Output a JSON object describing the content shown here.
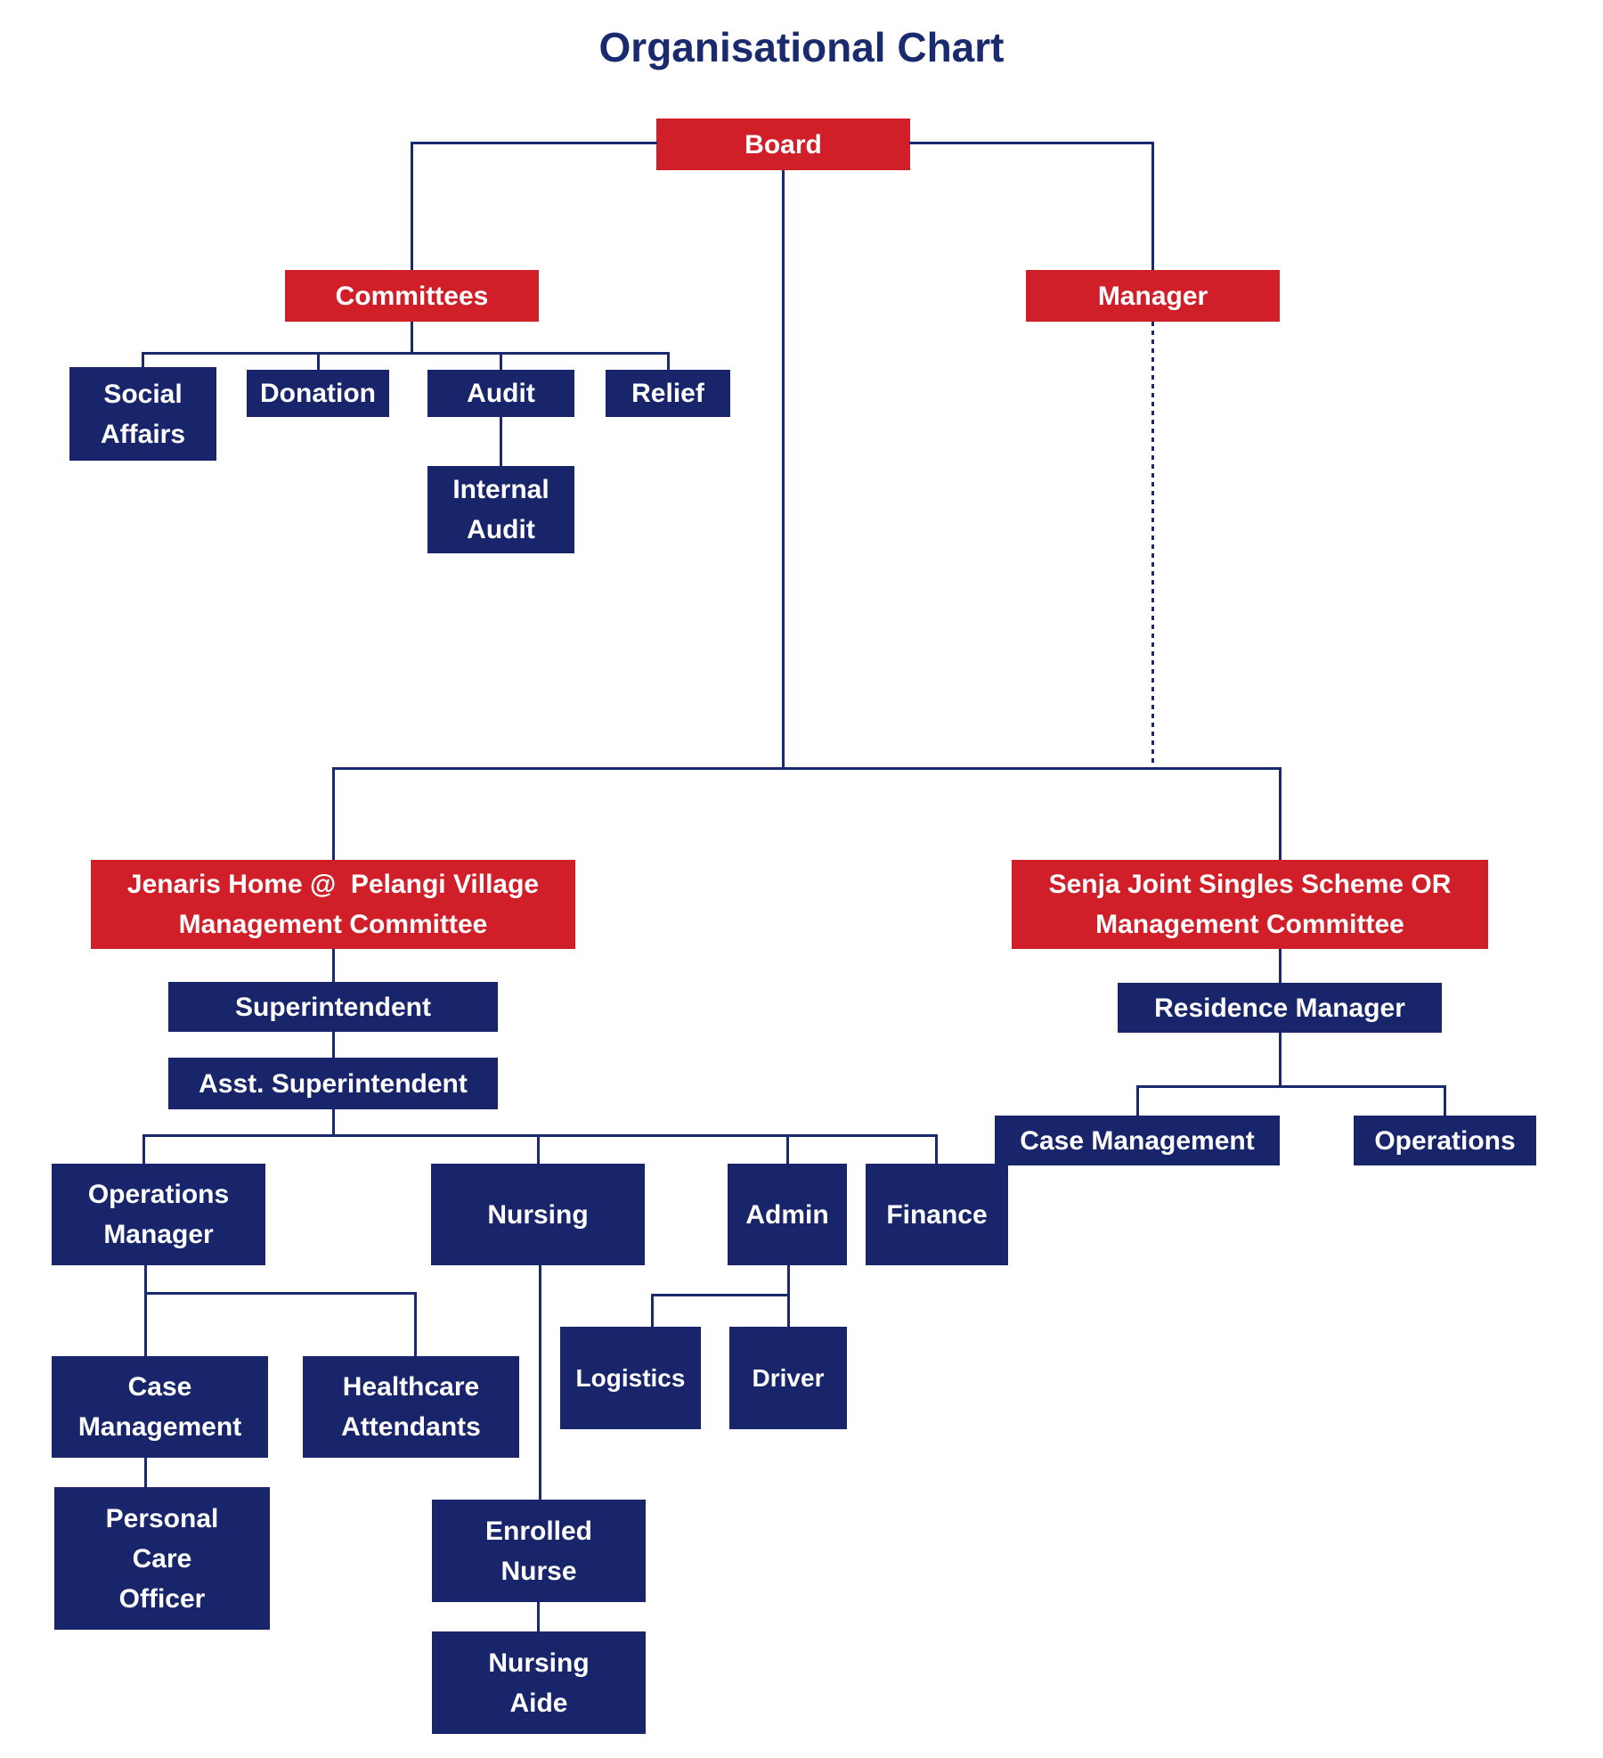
{
  "title": "Organisational Chart",
  "colors": {
    "red_box": "#D01F28",
    "navy_box": "#19256B",
    "line": "#1A2A6E",
    "title_text": "#1A2A6E",
    "box_text": "#FFFFFF",
    "background": "#FFFFFF"
  },
  "nodes": {
    "board": {
      "label": "Board",
      "lines": [
        "Board"
      ],
      "type": "red"
    },
    "committees": {
      "label": "Committees",
      "lines": [
        "Committees"
      ],
      "type": "red"
    },
    "manager": {
      "label": "Manager",
      "lines": [
        "Manager"
      ],
      "type": "red"
    },
    "social_affairs": {
      "label": "Social Affairs",
      "lines": [
        "Social",
        "Affairs"
      ],
      "type": "navy"
    },
    "donation": {
      "label": "Donation",
      "lines": [
        "Donation"
      ],
      "type": "navy"
    },
    "audit": {
      "label": "Audit",
      "lines": [
        "Audit"
      ],
      "type": "navy"
    },
    "relief": {
      "label": "Relief",
      "lines": [
        "Relief"
      ],
      "type": "navy"
    },
    "internal_audit": {
      "label": "Internal Audit",
      "lines": [
        "Internal",
        "Audit"
      ],
      "type": "navy"
    },
    "jenaris": {
      "label": "Jenaris Home @  Pelangi Village Management Committee",
      "lines": [
        "Jenaris Home @  Pelangi Village",
        "Management Committee"
      ],
      "type": "red"
    },
    "senja": {
      "label": "Senja Joint Singles Scheme OR Management Committee",
      "lines": [
        "Senja Joint Singles Scheme OR",
        "Management Committee"
      ],
      "type": "red"
    },
    "superintendent": {
      "label": "Superintendent",
      "lines": [
        "Superintendent"
      ],
      "type": "navy"
    },
    "asst_superintendent": {
      "label": "Asst. Superintendent",
      "lines": [
        "Asst. Superintendent"
      ],
      "type": "navy"
    },
    "residence_manager": {
      "label": "Residence Manager",
      "lines": [
        "Residence Manager"
      ],
      "type": "navy"
    },
    "case_management_right": {
      "label": "Case Management",
      "lines": [
        "Case Management"
      ],
      "type": "navy"
    },
    "operations": {
      "label": "Operations",
      "lines": [
        "Operations"
      ],
      "type": "navy"
    },
    "operations_manager": {
      "label": "Operations Manager",
      "lines": [
        "Operations",
        "Manager"
      ],
      "type": "navy"
    },
    "nursing": {
      "label": "Nursing",
      "lines": [
        "Nursing"
      ],
      "type": "navy"
    },
    "admin": {
      "label": "Admin",
      "lines": [
        "Admin"
      ],
      "type": "navy"
    },
    "finance": {
      "label": "Finance",
      "lines": [
        "Finance"
      ],
      "type": "navy"
    },
    "case_management_left": {
      "label": "Case Management",
      "lines": [
        "Case",
        "Management"
      ],
      "type": "navy"
    },
    "healthcare_attendants": {
      "label": "Healthcare Attendants",
      "lines": [
        "Healthcare",
        "Attendants"
      ],
      "type": "navy"
    },
    "logistics": {
      "label": "Logistics",
      "lines": [
        "Logistics"
      ],
      "type": "navy"
    },
    "driver": {
      "label": "Driver",
      "lines": [
        "Driver"
      ],
      "type": "navy"
    },
    "personal_care_officer": {
      "label": "Personal Care Officer",
      "lines": [
        "Personal",
        "Care",
        "Officer"
      ],
      "type": "navy"
    },
    "enrolled_nurse": {
      "label": "Enrolled Nurse",
      "lines": [
        "Enrolled",
        "Nurse"
      ],
      "type": "navy"
    },
    "nursing_aide": {
      "label": "Nursing Aide",
      "lines": [
        "Nursing",
        "Aide"
      ],
      "type": "navy"
    }
  }
}
